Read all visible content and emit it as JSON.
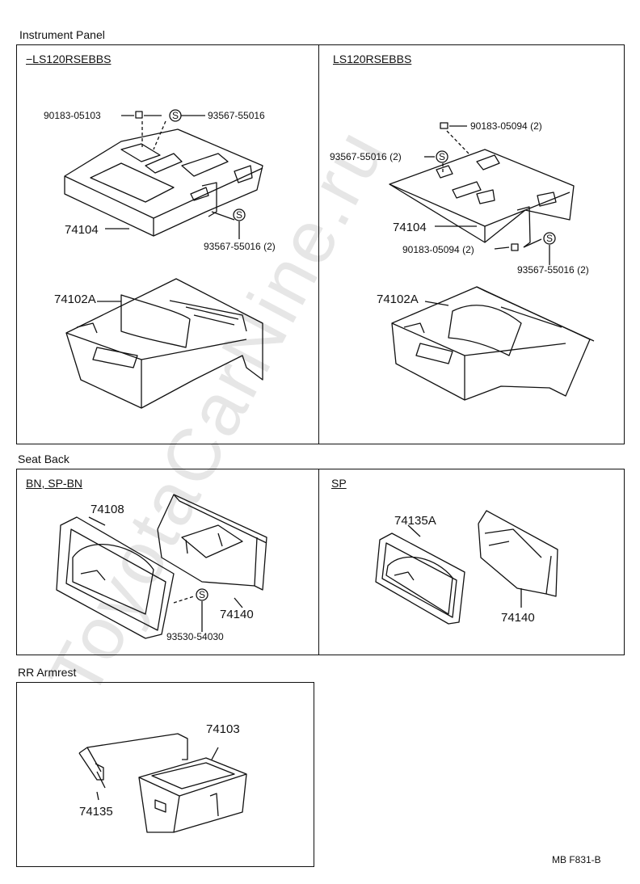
{
  "watermark": "ToyotaCarNine.ru",
  "sections": {
    "instrument_panel": "Instrument Panel",
    "seat_back": "Seat Back",
    "rr_armrest": "RR Armrest"
  },
  "instrument_left": {
    "subtitle": "−LS120RSEBBS",
    "labels": [
      "90183-05103",
      "93567-55016",
      "74104",
      "93567-55016 (2)",
      "74102A"
    ]
  },
  "instrument_right": {
    "subtitle": "LS120RSEBBS",
    "labels": [
      "90183-05094 (2)",
      "93567-55016 (2)",
      "74104",
      "90183-05094 (2)",
      "93567-55016 (2)",
      "74102A"
    ]
  },
  "seat_left": {
    "subtitle": "BN, SP-BN",
    "labels": [
      "74108",
      "74140",
      "93530-54030"
    ]
  },
  "seat_right": {
    "subtitle": "SP",
    "labels": [
      "74135A",
      "74140"
    ]
  },
  "armrest": {
    "labels": [
      "74103",
      "74135"
    ]
  },
  "symbol_s": "S",
  "footer": "MB  F831-B"
}
